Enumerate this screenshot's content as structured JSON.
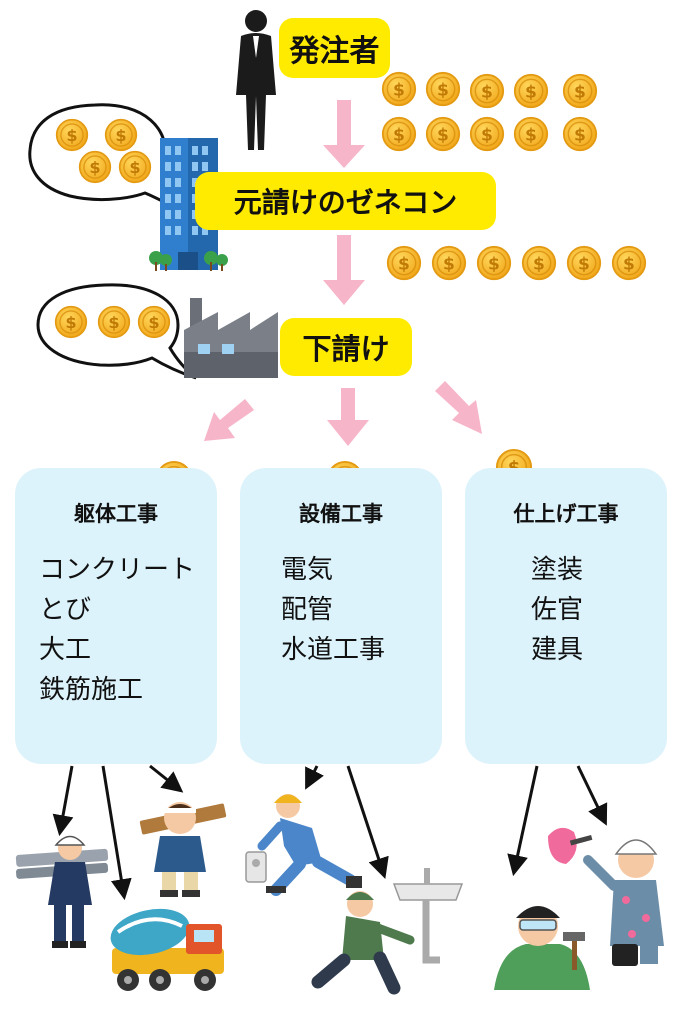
{
  "nodes": {
    "client": "発注者",
    "general_contractor": "元請けのゼネコン",
    "subcontractor": "下請け"
  },
  "categories": [
    {
      "title": "躯体工事",
      "items": [
        "コンクリート",
        "とび",
        "大工",
        "鉄筋施工"
      ]
    },
    {
      "title": "設備工事",
      "items": [
        "電気",
        "配管",
        "水道工事"
      ]
    },
    {
      "title": "仕上げ工事",
      "items": [
        "塗装",
        "佐官",
        "建具"
      ]
    }
  ],
  "colors": {
    "label_bg": "#ffeb00",
    "card_bg": "#ddf3fb",
    "arrow_pink": "#f7b5c9",
    "coin": "#f4b223"
  }
}
